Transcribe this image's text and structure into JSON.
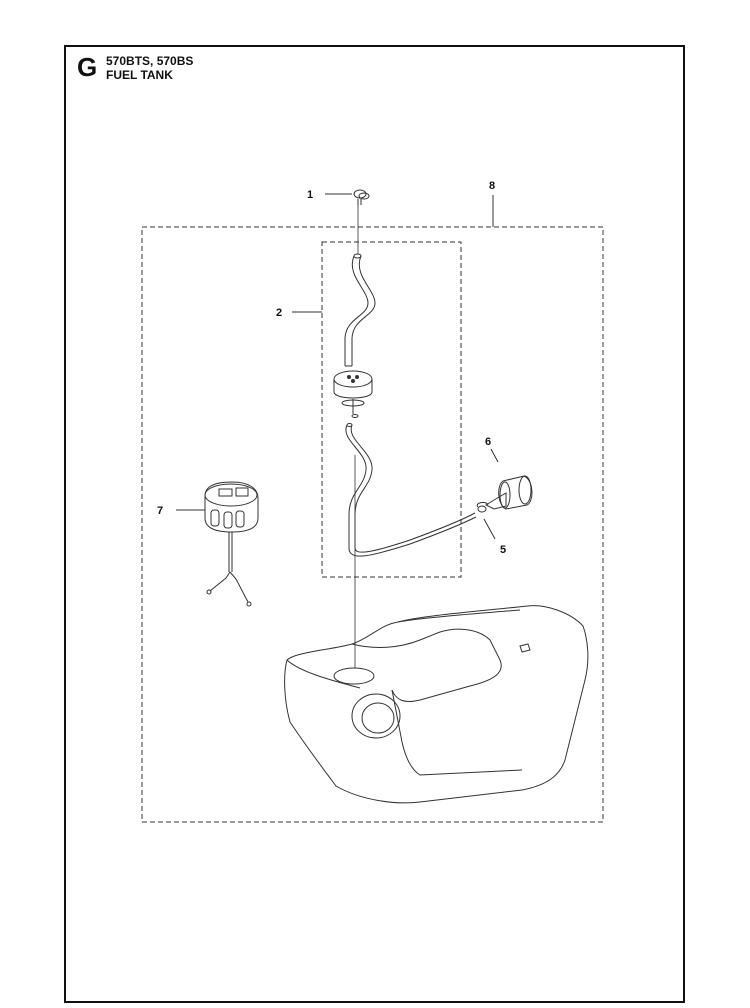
{
  "header": {
    "section_letter": "G",
    "models": "570BTS, 570BS",
    "title": "FUEL TANK"
  },
  "callouts": [
    {
      "id": "1",
      "label": "1"
    },
    {
      "id": "2",
      "label": "2"
    },
    {
      "id": "5",
      "label": "5"
    },
    {
      "id": "6",
      "label": "6"
    },
    {
      "id": "7",
      "label": "7"
    },
    {
      "id": "8",
      "label": "8"
    }
  ],
  "parts": [
    {
      "callout": "1",
      "icon": "hose-clamp-icon"
    },
    {
      "callout": "2",
      "icon": "fuel-hose-icon"
    },
    {
      "callout": "5",
      "icon": "hose-clip-icon"
    },
    {
      "callout": "6",
      "icon": "fuel-filter-icon"
    },
    {
      "callout": "7",
      "icon": "fuel-cap-icon"
    },
    {
      "callout": "8",
      "icon": "fuel-tank-assembly-icon"
    }
  ]
}
